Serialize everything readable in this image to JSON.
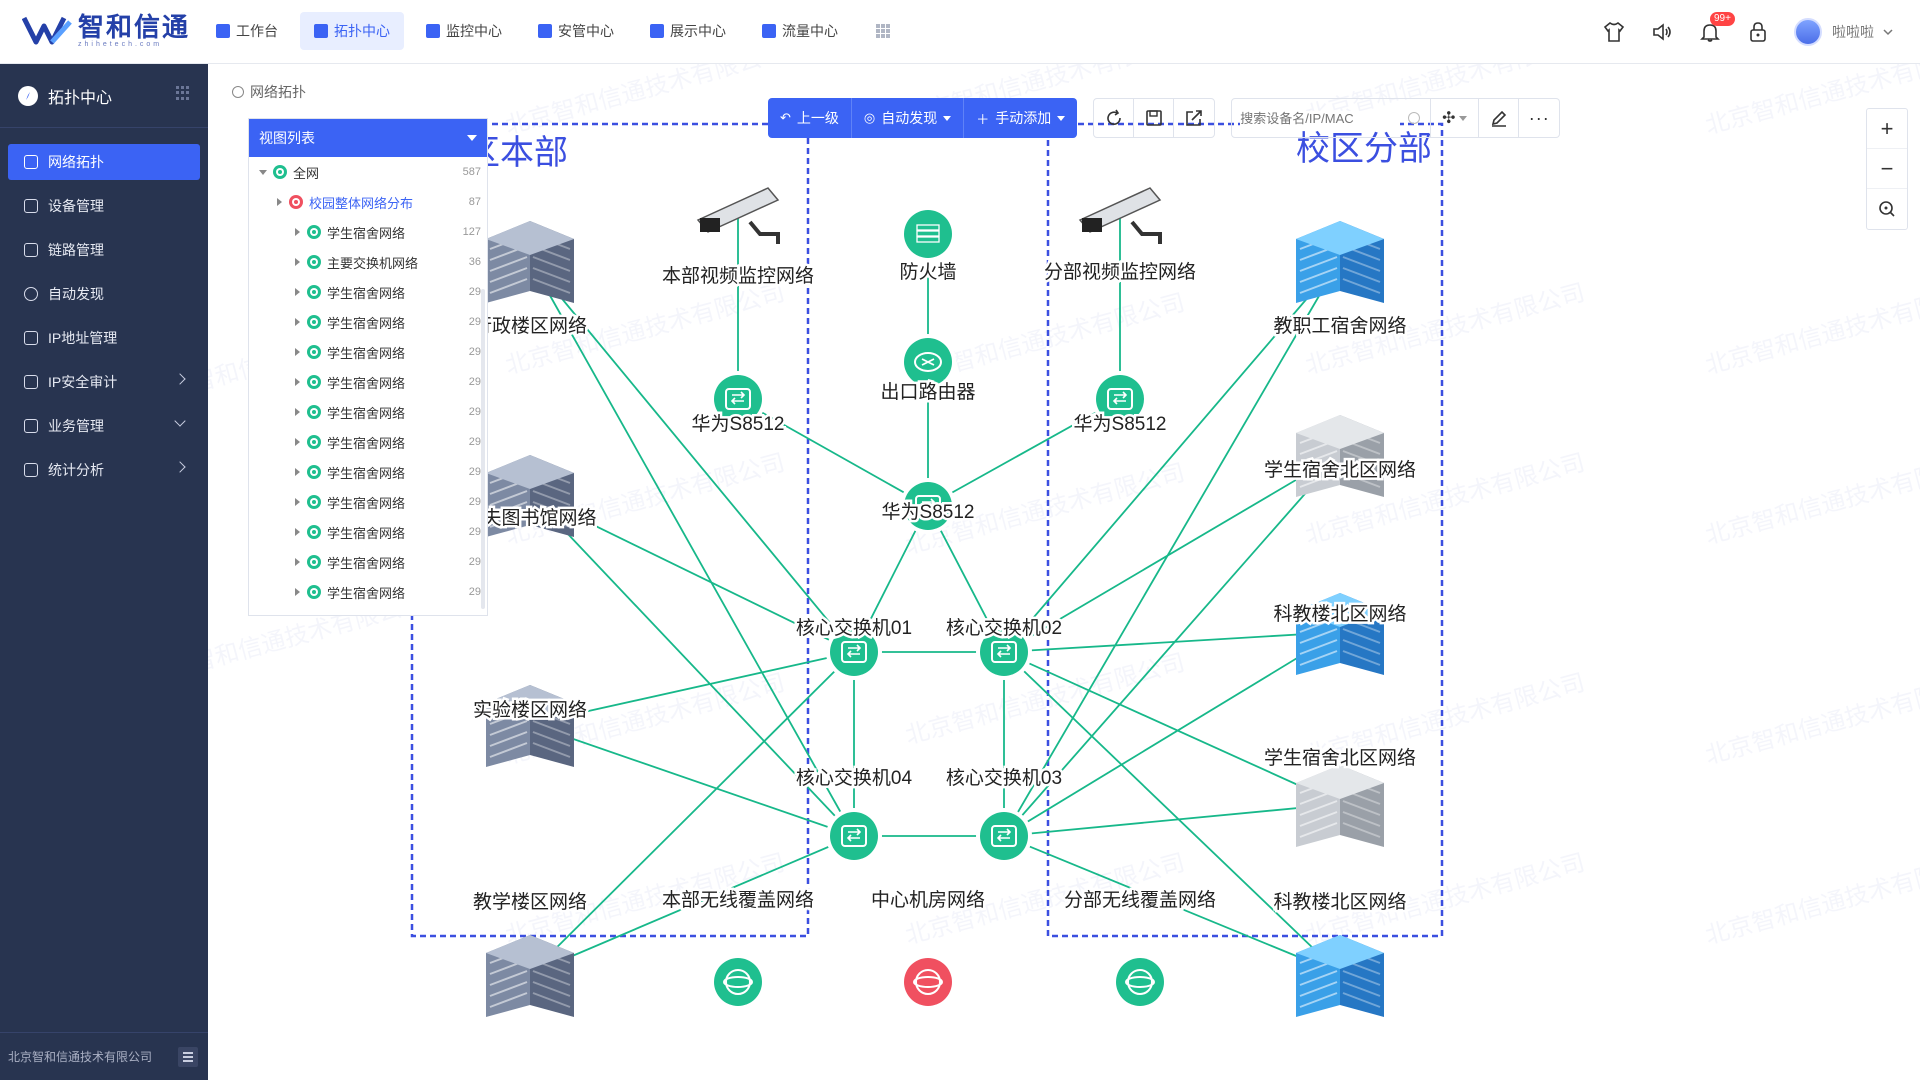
{
  "app": {
    "logo_cn": "智和信通",
    "logo_en": "zhihetech.com"
  },
  "nav": [
    {
      "label": "工作台"
    },
    {
      "label": "拓扑中心"
    },
    {
      "label": "监控中心"
    },
    {
      "label": "安管中心"
    },
    {
      "label": "展示中心"
    },
    {
      "label": "流量中心"
    }
  ],
  "top_right": {
    "badge": "99+",
    "user": "啦啦啦"
  },
  "sidebar": {
    "title": "拓扑中心",
    "items": [
      {
        "label": "网络拓扑"
      },
      {
        "label": "设备管理"
      },
      {
        "label": "链路管理"
      },
      {
        "label": "自动发现"
      },
      {
        "label": "IP地址管理"
      },
      {
        "label": "IP安全审计"
      },
      {
        "label": "业务管理"
      },
      {
        "label": "统计分析"
      }
    ],
    "footer": "北京智和信通技术有限公司"
  },
  "breadcrumb": "网络拓扑",
  "panel": {
    "title": "视图列表",
    "root": {
      "label": "全网",
      "count": "587"
    },
    "selected": {
      "label": "校园整体网络分布",
      "count": "87"
    },
    "items": [
      {
        "label": "学生宿舍网络",
        "count": "127"
      },
      {
        "label": "主要交换机网络",
        "count": "36"
      },
      {
        "label": "学生宿舍网络",
        "count": "29"
      },
      {
        "label": "学生宿舍网络",
        "count": "29"
      },
      {
        "label": "学生宿舍网络",
        "count": "29"
      },
      {
        "label": "学生宿舍网络",
        "count": "29"
      },
      {
        "label": "学生宿舍网络",
        "count": "29"
      },
      {
        "label": "学生宿舍网络",
        "count": "29"
      },
      {
        "label": "学生宿舍网络",
        "count": "29"
      },
      {
        "label": "学生宿舍网络",
        "count": "29"
      },
      {
        "label": "学生宿舍网络",
        "count": "29"
      },
      {
        "label": "学生宿舍网络",
        "count": "29"
      },
      {
        "label": "学生宿舍网络",
        "count": "29"
      }
    ]
  },
  "toolbar": {
    "up": "上一级",
    "auto": "自动发现",
    "manual": "手动添加",
    "search_placeholder": "搜索设备名/IP/MAC"
  },
  "topology": {
    "zone_left": "校区本部",
    "zone_right": "校区分部",
    "nodes": {
      "admin": "行政楼区网络",
      "library": "逸夫图书馆网络",
      "lab": "实验楼区网络",
      "teach": "教学楼区网络",
      "cam_main": "本部视频监控网络",
      "sw_left": "华为S8512",
      "wifi_main": "本部无线覆盖网络",
      "firewall": "防火墙",
      "router": "出口路由器",
      "sw_center": "华为S8512",
      "core01": "核心交换机01",
      "core02": "核心交换机02",
      "core03": "核心交换机03",
      "core04": "核心交换机04",
      "dc": "中心机房网络",
      "cam_branch": "分部视频监控网络",
      "sw_right": "华为S8512",
      "wifi_branch": "分部无线覆盖网络",
      "staff": "教职工宿舍网络",
      "dorm_n1": "学生宿舍北区网络",
      "sci_n1": "科教楼北区网络",
      "dorm_n2": "学生宿舍北区网络",
      "sci_n2": "科教楼北区网络"
    },
    "watermark": "北京智和信通技术有限公司",
    "colors": {
      "link": "#17b88a",
      "zone": "#3b4fe0",
      "node": "#1fbf8f",
      "dc": "#f05060"
    }
  }
}
